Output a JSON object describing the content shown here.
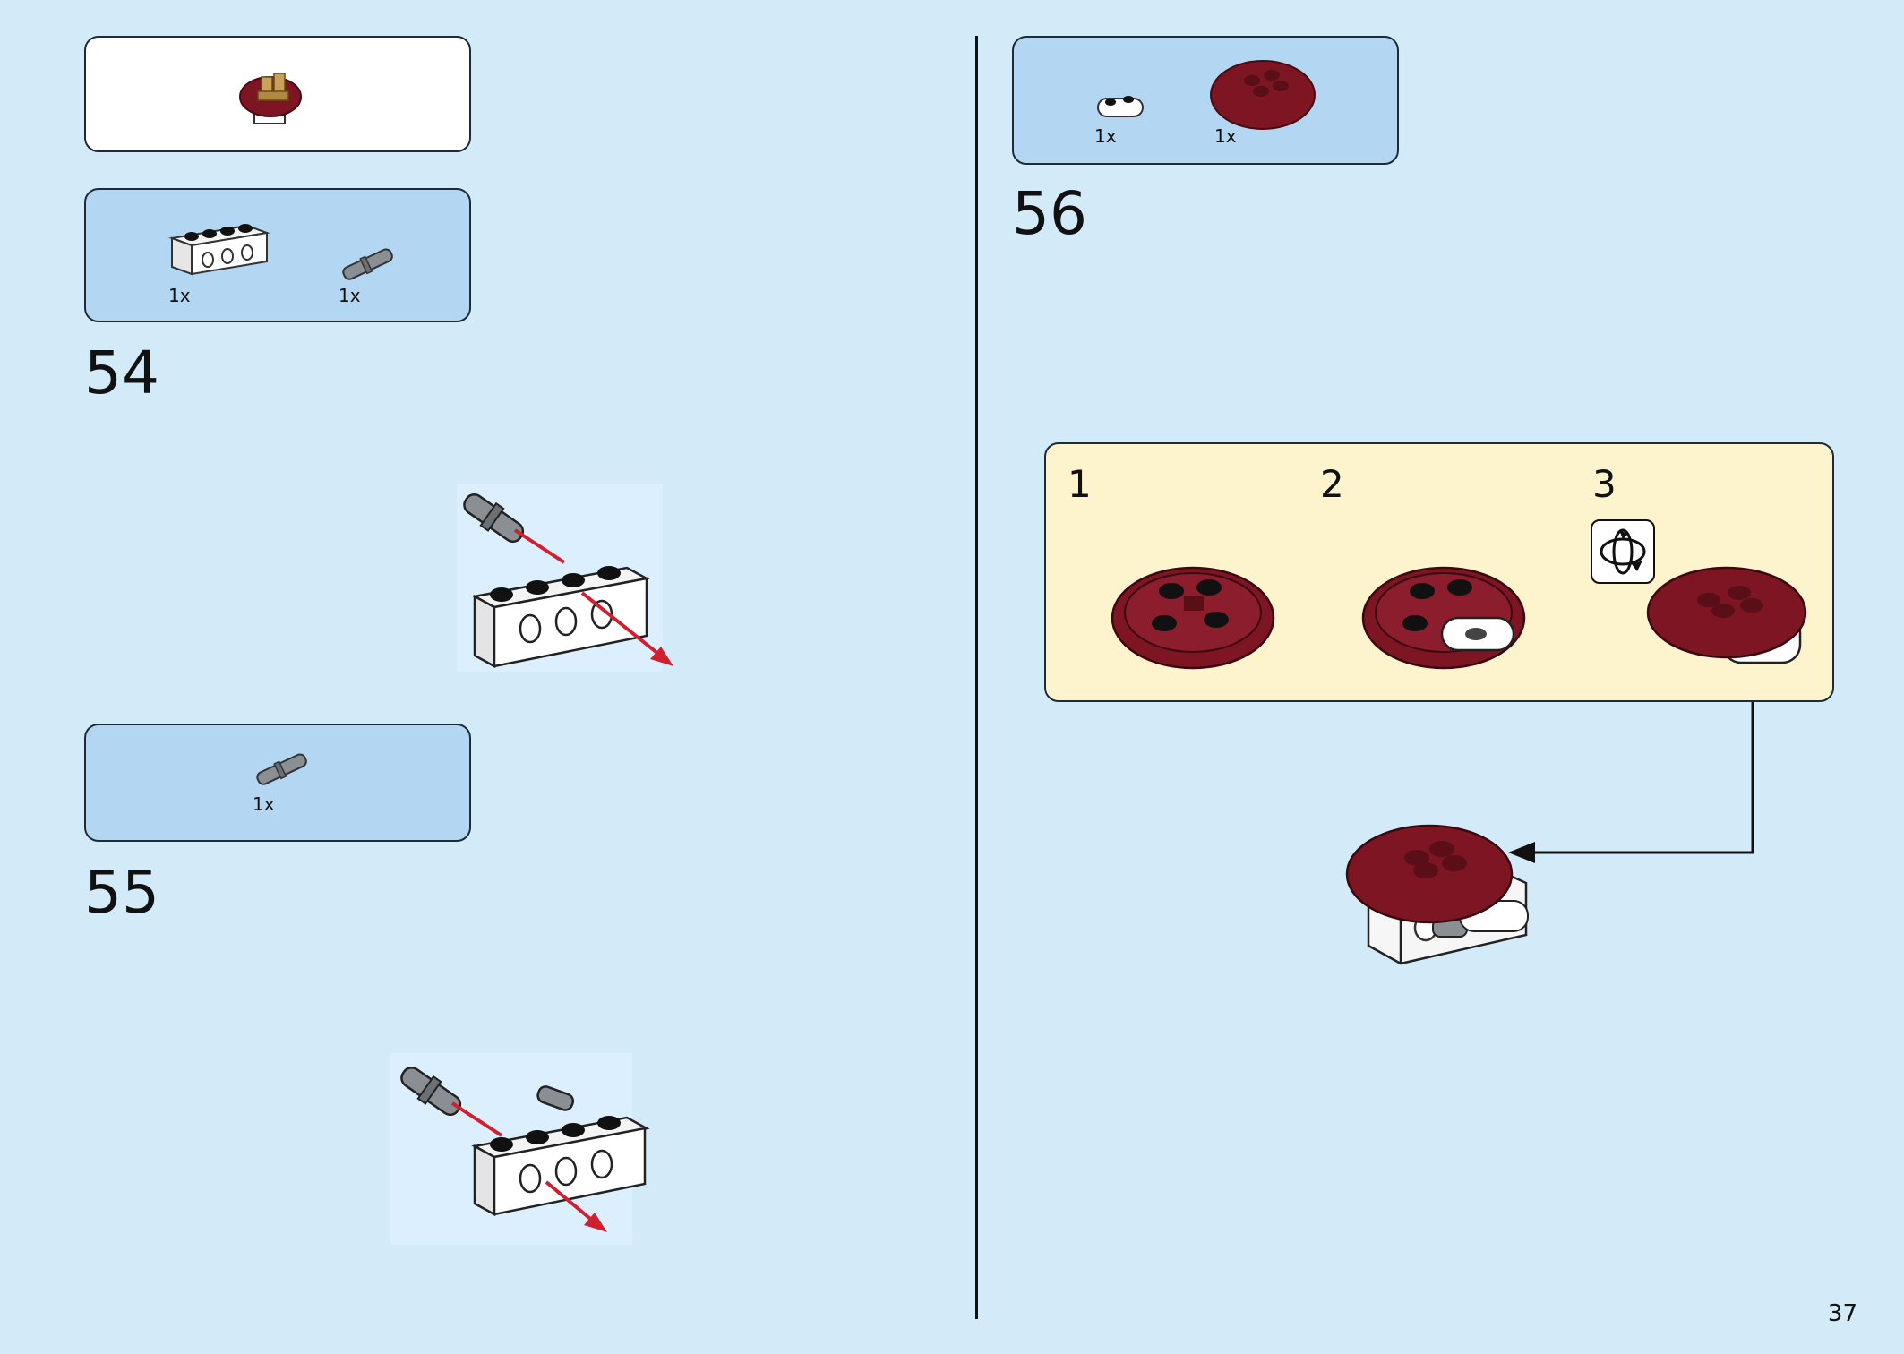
{
  "page_number": "37",
  "steps": [
    {
      "number": "54",
      "parts": [
        {
          "qty": "1x",
          "part": "technic-brick-1x4"
        },
        {
          "qty": "1x",
          "part": "technic-pin"
        }
      ]
    },
    {
      "number": "55",
      "parts": [
        {
          "qty": "1x",
          "part": "technic-pin"
        }
      ]
    },
    {
      "number": "56",
      "parts": [
        {
          "qty": "1x",
          "part": "plate-1x2-rounded-white"
        },
        {
          "qty": "1x",
          "part": "round-tile-dark-red"
        }
      ]
    }
  ],
  "substeps": [
    "1",
    "2",
    "3"
  ],
  "icons": [
    "rotate-model-icon",
    "insertion-arrow-icon",
    "callout-arrow-icon"
  ],
  "colors": {
    "background": "#d3ebf8",
    "parts_panel": "#b3d6f2",
    "substep_panel": "#fdf3cc",
    "dark_red": "#7d1523",
    "arrow_red": "#d01f2e"
  }
}
